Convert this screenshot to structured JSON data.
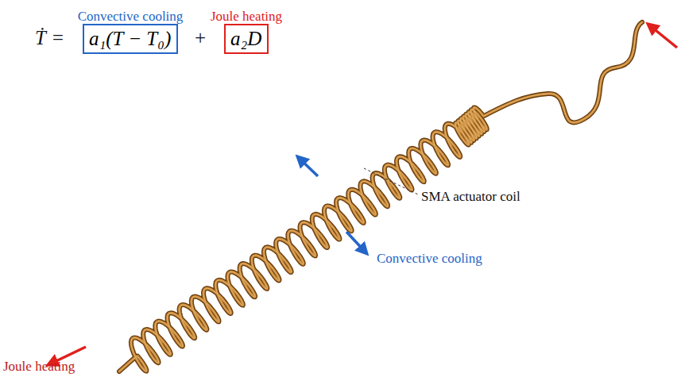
{
  "diagram": {
    "nodes": [
      {
        "text": [
          "Convective cooling",
          "a₁(T − T₀)"
        ]
      },
      {
        "text": [
          "Joule heating",
          "a₂D"
        ]
      }
    ],
    "labels": [
      "Ṫ =",
      "+",
      "SMA actuator coil",
      "Convective cooling",
      "Joule heating"
    ]
  }
}
